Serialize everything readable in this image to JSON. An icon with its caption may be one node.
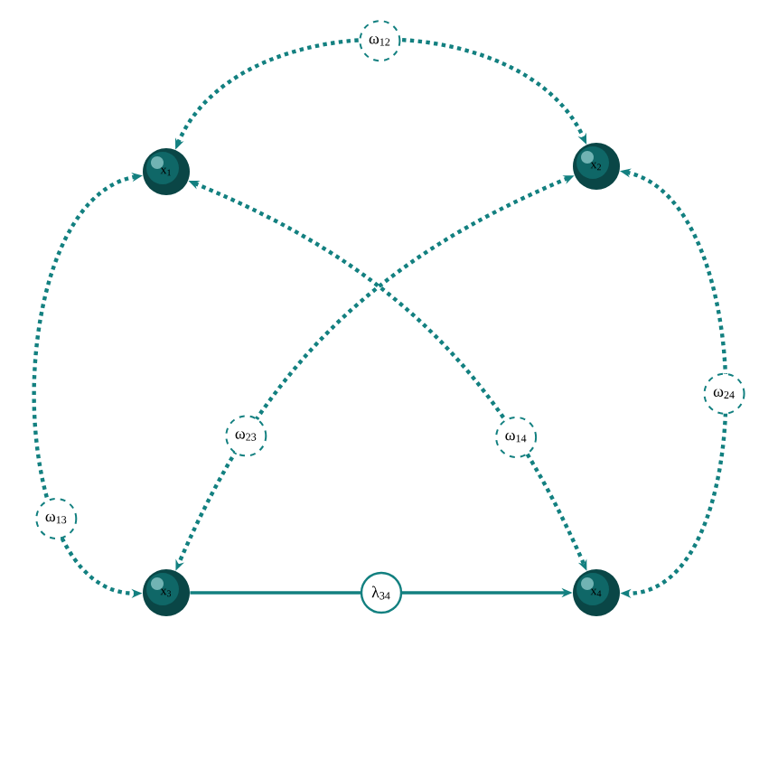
{
  "diagram": {
    "nodes": [
      {
        "text": [
          "x$_{1}$"
        ]
      },
      {
        "text": [
          "x$_{2}$"
        ]
      },
      {
        "text": [
          "x$_{3}$"
        ]
      },
      {
        "text": [
          "x$_{4}$"
        ]
      }
    ],
    "edges": [
      {
        "from": 0,
        "to": 1,
        "arrow": "both",
        "label": "ω$_{12}$",
        "style": "dashed"
      },
      {
        "from": 0,
        "to": 2,
        "arrow": "both",
        "label": "ω$_{13}$",
        "style": "dashed"
      },
      {
        "from": 1,
        "to": 3,
        "arrow": "both",
        "label": "ω$_{24}$",
        "style": "dashed"
      },
      {
        "from": 1,
        "to": 2,
        "arrow": "both",
        "label": "ω$_{23}$",
        "style": "dashed"
      },
      {
        "from": 0,
        "to": 3,
        "arrow": "both",
        "label": "ω$_{14}$",
        "style": "dashed"
      },
      {
        "from": 2,
        "to": 3,
        "arrow": "to",
        "label": "λ$_{34}$"
      }
    ]
  }
}
